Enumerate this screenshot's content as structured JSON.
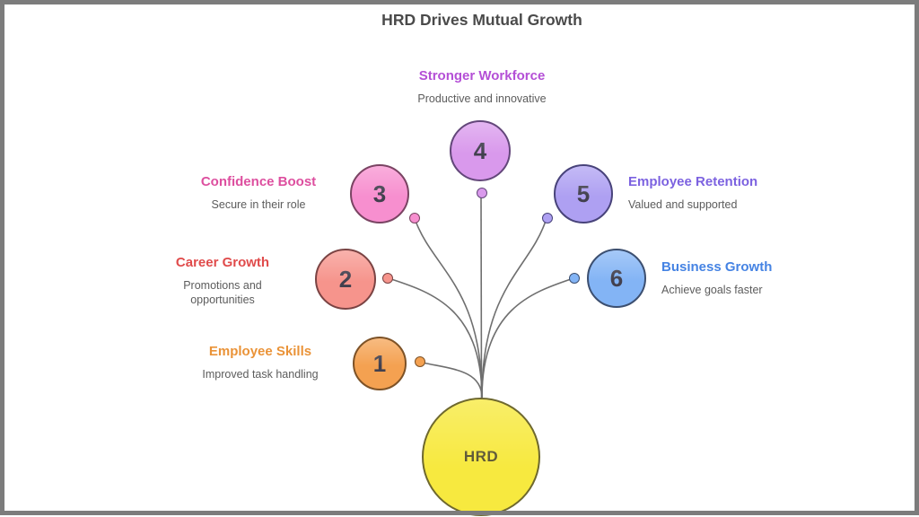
{
  "title": "HRD Drives Mutual Growth",
  "center": {
    "label": "HRD",
    "color": "#f7e93f",
    "border": "#6e682e"
  },
  "connectors": {
    "color": "#6f6f6f"
  },
  "items": [
    {
      "number": "1",
      "heading": "Employee Skills",
      "description": "Improved task handling",
      "color": "#f4a151",
      "border": "#7d5227",
      "heading_color": "#ea9338"
    },
    {
      "number": "2",
      "heading": "Career Growth",
      "description": "Promotions and\nopportunities",
      "color": "#f6948c",
      "border": "#7a4343",
      "heading_color": "#e04b4b"
    },
    {
      "number": "3",
      "heading": "Confidence Boost",
      "description": "Secure in their role",
      "color": "#f78fcf",
      "border": "#7a4463",
      "heading_color": "#dd4f9f"
    },
    {
      "number": "4",
      "heading": "Stronger Workforce",
      "description": "Productive and innovative",
      "color": "#d999ec",
      "border": "#63477a",
      "heading_color": "#b44fd6"
    },
    {
      "number": "5",
      "heading": "Employee Retention",
      "description": "Valued and supported",
      "color": "#aea0f2",
      "border": "#48437a",
      "heading_color": "#7c62e0"
    },
    {
      "number": "6",
      "heading": "Business Growth",
      "description": "Achieve goals faster",
      "color": "#83b4f5",
      "border": "#3c4f70",
      "heading_color": "#4583e3"
    }
  ]
}
